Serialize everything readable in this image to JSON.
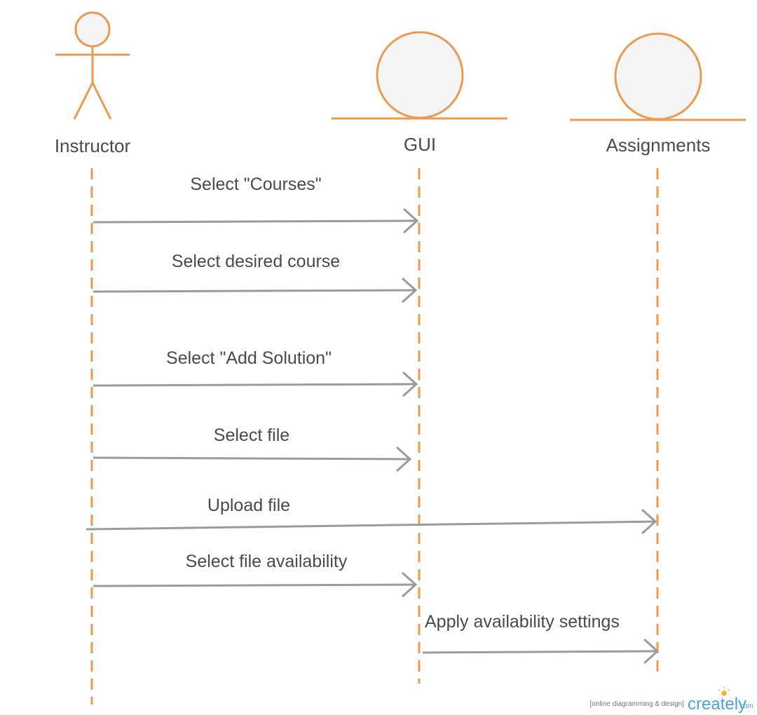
{
  "colors": {
    "participant": "#ec9a4f",
    "participant_fill": "#f5f5f5",
    "arrow": "#9b9b9b",
    "text": "#4a4a4a",
    "brand": "#4aa3d8"
  },
  "participants": [
    {
      "id": "instructor",
      "kind": "actor",
      "label": "Instructor"
    },
    {
      "id": "gui",
      "kind": "boundary",
      "label": "GUI"
    },
    {
      "id": "assignments",
      "kind": "boundary",
      "label": "Assignments"
    }
  ],
  "messages": [
    {
      "from": "instructor",
      "to": "gui",
      "label": "Select \"Courses\""
    },
    {
      "from": "instructor",
      "to": "gui",
      "label": "Select desired course"
    },
    {
      "from": "instructor",
      "to": "gui",
      "label": "Select \"Add Solution\""
    },
    {
      "from": "instructor",
      "to": "gui",
      "label": "Select file"
    },
    {
      "from": "instructor",
      "to": "assignments",
      "label": "Upload file"
    },
    {
      "from": "instructor",
      "to": "gui",
      "label": "Select file availability"
    },
    {
      "from": "gui",
      "to": "assignments",
      "label": "Apply availability  settings"
    }
  ],
  "watermark": {
    "tagline": "[online diagramming & design]",
    "brand": "creately",
    "suffix": ".com"
  }
}
